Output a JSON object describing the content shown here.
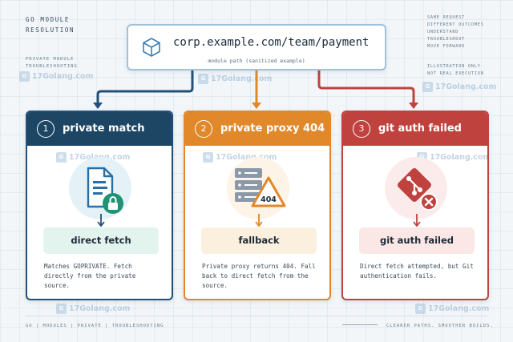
{
  "header": {
    "title_lines": [
      "GO MODULE",
      "RESOLUTION"
    ],
    "subtitle_lines": [
      "PRIVATE MODULE",
      "TROUBLESHOOTING"
    ]
  },
  "side_notes": {
    "lines": [
      "SAME REQUEST",
      "DIFFERENT OUTCOMES",
      "UNDERSTAND",
      "TROUBLESHOOT",
      "MOVE FORWARD"
    ],
    "disclaimer_lines": [
      "ILLUSTRATION ONLY",
      "NOT REAL EXECUTION"
    ]
  },
  "watermark": {
    "text": "17Golang.com",
    "logo_glyph": "G"
  },
  "module": {
    "path": "corp.example.com/team/payment",
    "caption": "module path (sanitized example)",
    "icon": "cube-icon"
  },
  "cards": [
    {
      "number": "1",
      "title": "private match",
      "result": "direct fetch",
      "description": "Matches GOPRIVATE. Fetch directly from the private source.",
      "icon": "private-document-lock-icon",
      "header_color": "#1d4564",
      "border_color": "#22507a",
      "pill_color": "#e3f3ee",
      "icon_bg": "#e4f2f8",
      "arrow_color": "#22507a"
    },
    {
      "number": "2",
      "title": "private proxy 404",
      "result": "fallback",
      "description": "Private proxy returns 404. Fall back to direct fetch from the source.",
      "icon": "server-404-warning-icon",
      "badge_text": "404",
      "header_color": "#e0882a",
      "border_color": "#e0882a",
      "pill_color": "#fbf0de",
      "icon_bg": "#fdf3e6",
      "arrow_color": "#e0882a"
    },
    {
      "number": "3",
      "title": "git auth failed",
      "result": "git auth failed",
      "description": "Direct fetch attempted, but Git authentication fails.",
      "icon": "git-error-icon",
      "header_color": "#c0423e",
      "border_color": "#c0423e",
      "pill_color": "#fbe8e6",
      "icon_bg": "#fbeceb",
      "arrow_color": "#c0423e"
    }
  ],
  "footer": {
    "left": "GO  |  MODULES  |  PRIVATE  |  TROUBLESHOOTING",
    "right": "CLEARER PATHS. SMOOTHER BUILDS."
  }
}
